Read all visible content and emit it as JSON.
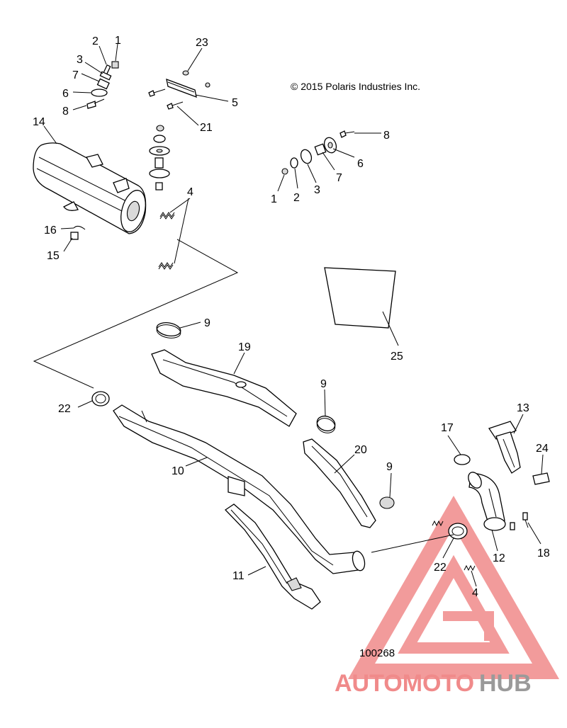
{
  "copyright": "© 2015 Polaris Industries Inc.",
  "drawing_number": "100268",
  "callouts": {
    "c1a": "1",
    "c2a": "2",
    "c3a": "3",
    "c7a": "7",
    "c6a": "6",
    "c8a": "8",
    "c23": "23",
    "c5": "5",
    "c21": "21",
    "c14": "14",
    "c4a": "4",
    "c16": "16",
    "c15": "15",
    "c8b": "8",
    "c6b": "6",
    "c7b": "7",
    "c3b": "3",
    "c2b": "2",
    "c1b": "1",
    "c25": "25",
    "c9a": "9",
    "c19": "19",
    "c22a": "22",
    "c9b": "9",
    "c10": "10",
    "c20": "20",
    "c9c": "9",
    "c17": "17",
    "c13": "13",
    "c24": "24",
    "c11": "11",
    "c22b": "22",
    "c12": "12",
    "c18": "18",
    "c4b": "4"
  },
  "watermark": {
    "word_red": "AUTOMOTO",
    "word_gray": "HUB",
    "color_red": "#f08a8a",
    "color_orange": "#f5c27a",
    "color_gray": "#9a9a9a"
  }
}
